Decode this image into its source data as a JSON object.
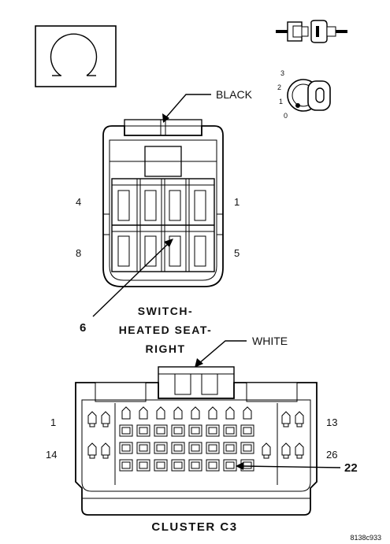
{
  "upper_connector": {
    "color_label": "BLACK",
    "pins": {
      "top_left": "4",
      "top_right": "1",
      "bottom_left": "8",
      "bottom_right": "5"
    },
    "callout_number": "6",
    "name_lines": [
      "SWITCH-",
      "HEATED SEAT-",
      "RIGHT"
    ]
  },
  "lower_connector": {
    "color_label": "WHITE",
    "pins": {
      "top_left": "1",
      "top_right": "13",
      "bottom_left": "14",
      "bottom_right": "26"
    },
    "callout_number": "22",
    "name": "CLUSTER C3"
  },
  "key_position_labels": [
    "3",
    "2",
    "1",
    "0"
  ],
  "figure_id": "8138c933"
}
